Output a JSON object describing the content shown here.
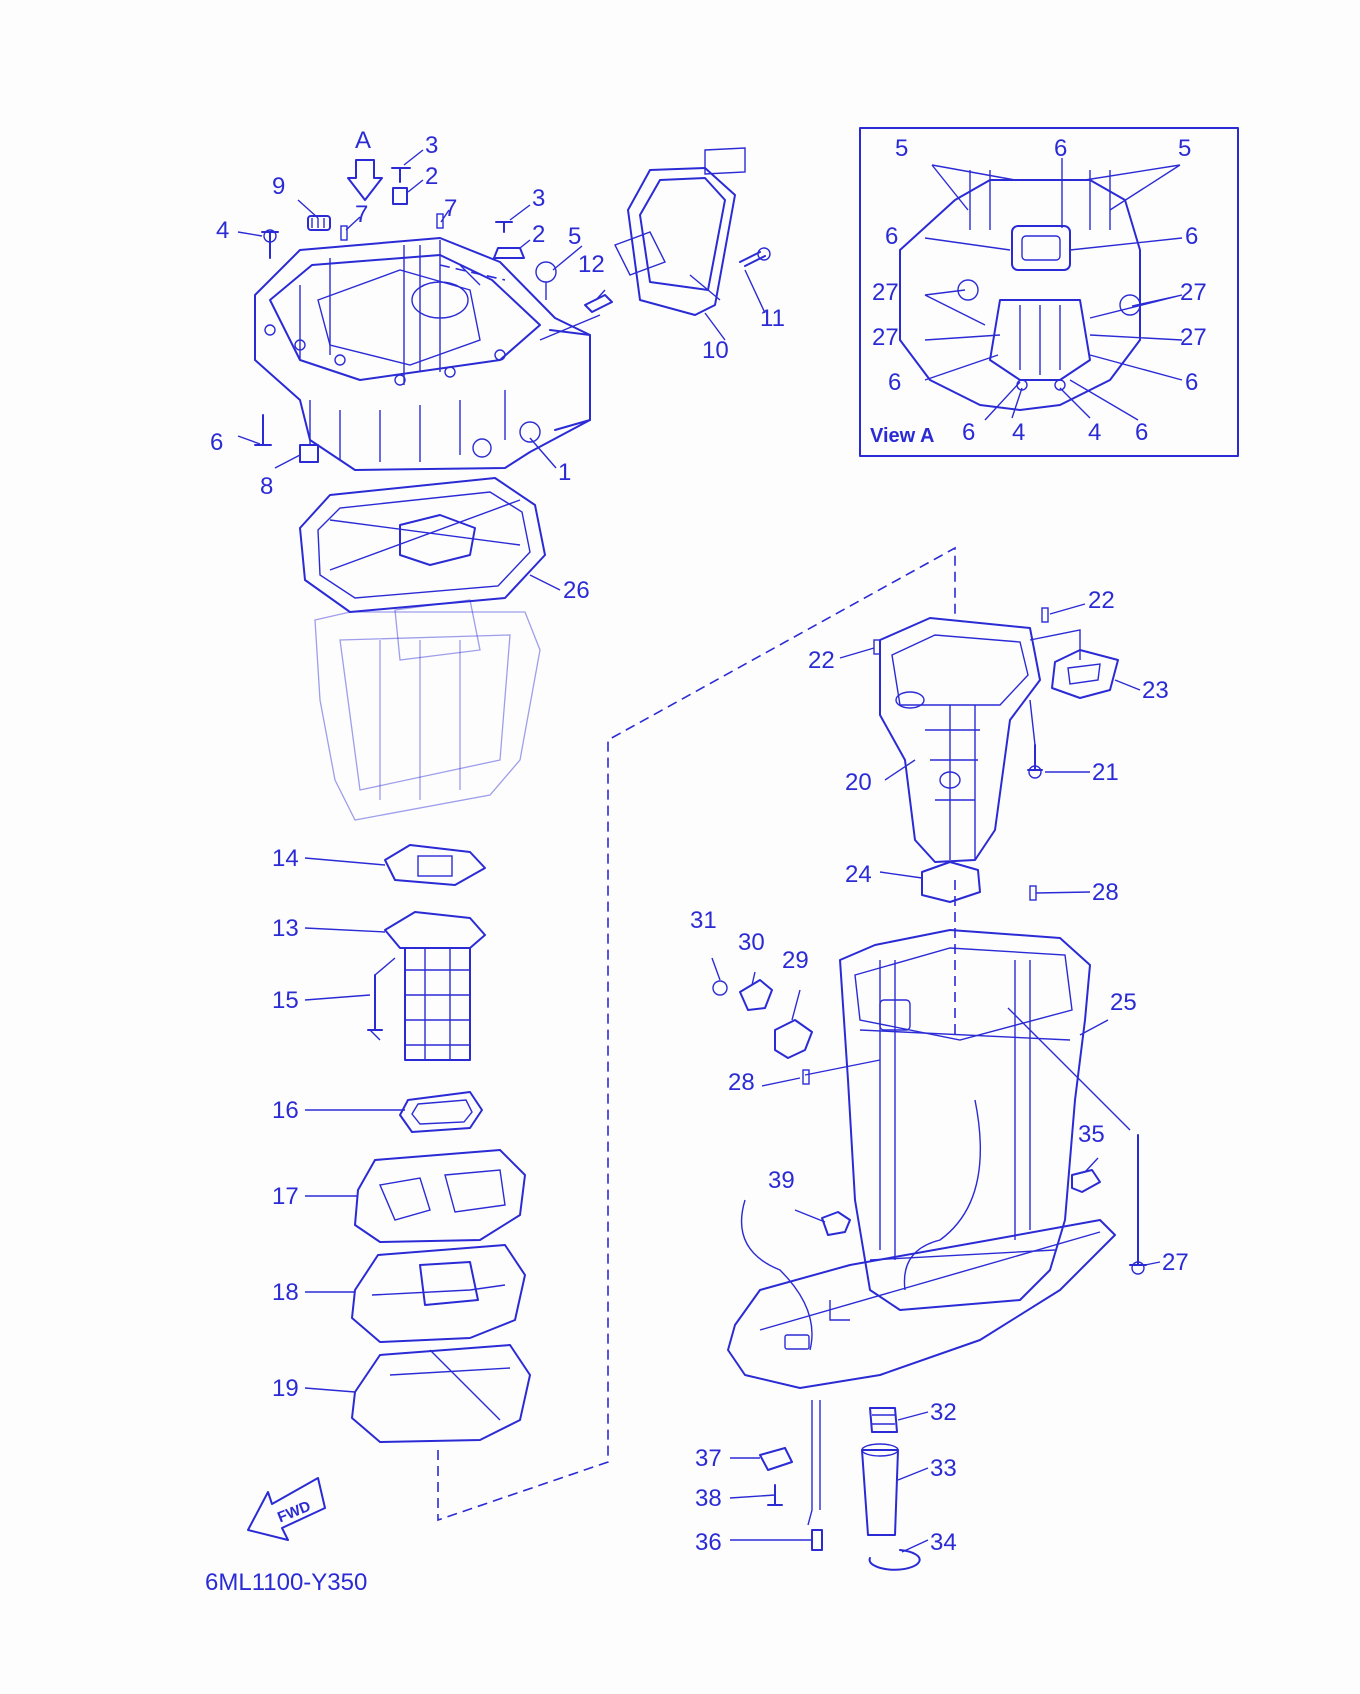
{
  "colors": {
    "ink": "#2b2bd6",
    "background": "#fdfdfd"
  },
  "diagram": {
    "code": "6ML1100-Y350",
    "view_label": "View A",
    "arrow_label": "A",
    "fwd_label": "FWD",
    "inset_labels": [
      "5",
      "6",
      "5",
      "6",
      "6",
      "27",
      "27",
      "27",
      "27",
      "6",
      "6",
      "6",
      "4",
      "4",
      "6"
    ],
    "part_labels": [
      "3",
      "2",
      "9",
      "7",
      "7",
      "3",
      "4",
      "2",
      "5",
      "12",
      "11",
      "10",
      "1",
      "6",
      "8",
      "26",
      "22",
      "22",
      "23",
      "21",
      "20",
      "24",
      "28",
      "31",
      "30",
      "29",
      "25",
      "28",
      "35",
      "39",
      "27",
      "32",
      "37",
      "33",
      "38",
      "36",
      "34",
      "14",
      "13",
      "15",
      "16",
      "17",
      "18",
      "19"
    ]
  }
}
